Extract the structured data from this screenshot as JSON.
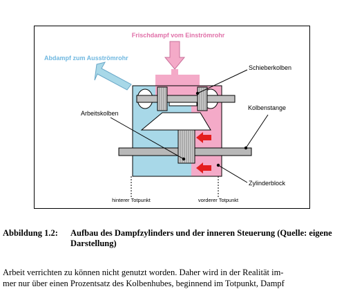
{
  "figure": {
    "top_label": "Frischdampf vom Einströmrohr",
    "exhaust_label": "Abdampf zum Ausströmrohr",
    "valve_label": "Schieberkolben",
    "piston_rod_label": "Kolbenstange",
    "piston_label": "Arbeitskolben",
    "cylinder_label": "Zylinderblock",
    "rear_dead_center": "hinterer Totpunkt",
    "front_dead_center": "vorderer Totpunkt",
    "colors": {
      "steam_pink": "#f4aac8",
      "exhaust_blue": "#a8d8e8",
      "gray": "#b8b8b8",
      "arrow_red": "#e41e1e"
    }
  },
  "caption": {
    "label": "Abbildung 1.2:",
    "text": "Aufbau des Dampfzylinders und der inneren Steuerung (Quelle: eigene Darstellung)"
  },
  "body": {
    "line1": "Arbeit verrichten zu können nicht genutzt worden. Daher wird in der Realität im-",
    "line2": "mer nur über einen Prozentsatz des Kolbenhubes, beginnend im Totpunkt, Dampf"
  }
}
